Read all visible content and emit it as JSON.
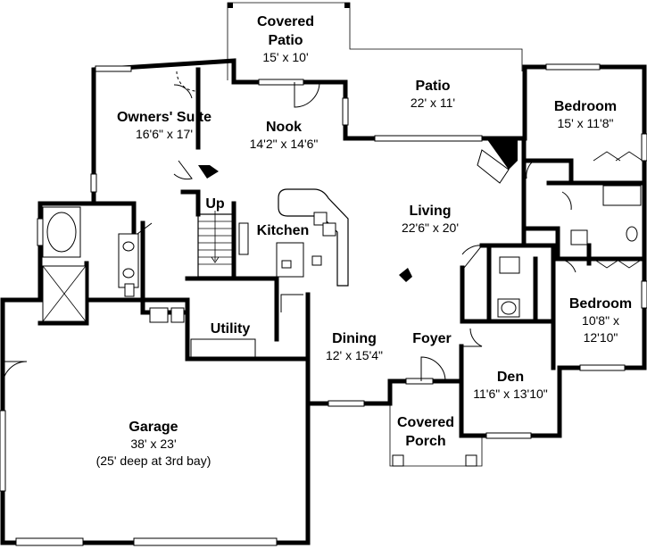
{
  "rooms": {
    "covered_patio": {
      "name": "Covered Patio",
      "name_l1": "Covered",
      "name_l2": "Patio",
      "size": "15' x 10'"
    },
    "patio": {
      "name": "Patio",
      "size": "22' x 11'"
    },
    "owners_suite": {
      "name": "Owners' Suite",
      "size": "16'6\" x 17'"
    },
    "nook": {
      "name": "Nook",
      "size": "14'2\" x 14'6\""
    },
    "bedroom_1": {
      "name": "Bedroom",
      "size": "15' x 11'8\""
    },
    "kitchen": {
      "name": "Kitchen"
    },
    "living": {
      "name": "Living",
      "size": "22'6\" x 20'"
    },
    "utility": {
      "name": "Utility"
    },
    "dining": {
      "name": "Dining",
      "size": "12' x 15'4\""
    },
    "foyer": {
      "name": "Foyer"
    },
    "bedroom_2": {
      "name": "Bedroom",
      "size_l1": "10'8\" x",
      "size_l2": "12'10\""
    },
    "den": {
      "name": "Den",
      "size": "11'6\" x 13'10\""
    },
    "covered_porch": {
      "name_l1": "Covered",
      "name_l2": "Porch"
    },
    "garage": {
      "name": "Garage",
      "size": "38' x 23'",
      "note": "(25' deep at 3rd bay)"
    }
  },
  "stairs": {
    "label": "Up"
  }
}
